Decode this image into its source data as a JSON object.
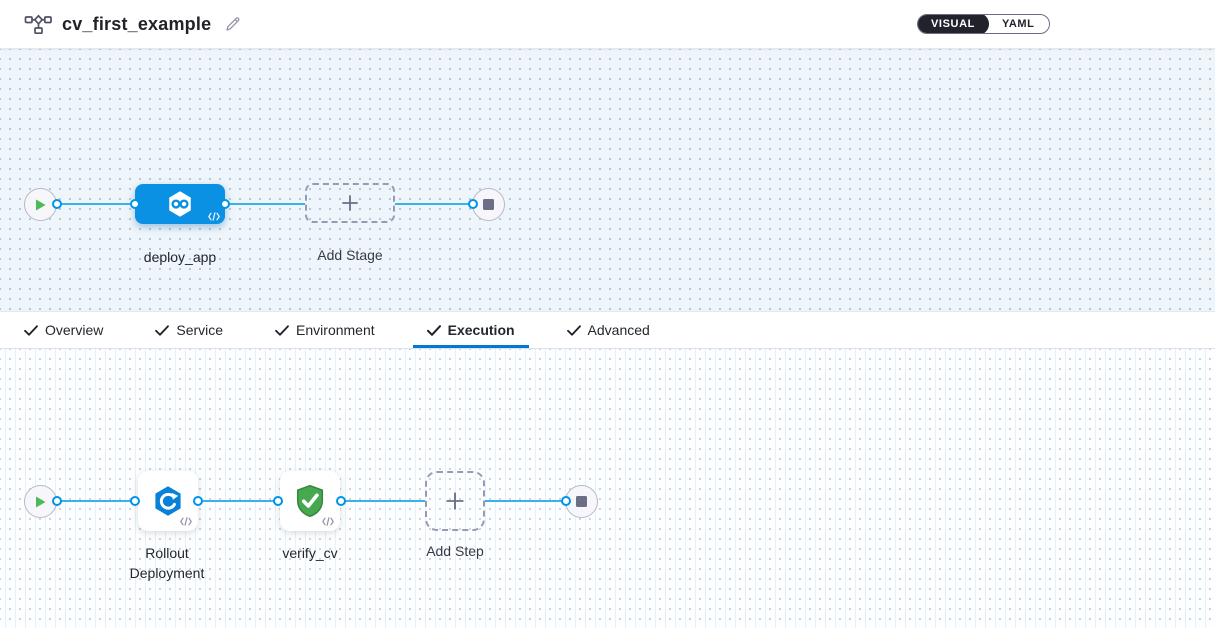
{
  "header": {
    "title": "cv_first_example",
    "view_toggle": {
      "visual_label": "VISUAL",
      "yaml_label": "YAML",
      "selected": "VISUAL"
    }
  },
  "stage_pipeline": {
    "stage_name": "deploy_app",
    "stage_icon": "cd-hexagon-infinity-icon",
    "add_stage_label": "Add Stage"
  },
  "tabs": [
    {
      "label": "Overview",
      "checked": true,
      "active": false
    },
    {
      "label": "Service",
      "checked": true,
      "active": false
    },
    {
      "label": "Environment",
      "checked": true,
      "active": false
    },
    {
      "label": "Execution",
      "checked": true,
      "active": true
    },
    {
      "label": "Advanced",
      "checked": true,
      "active": false
    }
  ],
  "execution": {
    "steps": [
      {
        "name": "Rollout Deployment",
        "icon": "rollout-deployment-icon"
      },
      {
        "name": "verify_cv",
        "icon": "shield-check-icon"
      }
    ],
    "add_step_label": "Add Step"
  },
  "colors": {
    "accent_blue": "#0278d5",
    "stage_node_blue": "#0a91e4",
    "connector_blue": "#3ab2e8",
    "play_green": "#4dba57",
    "verify_green": "#47a94f",
    "toggle_dark": "#22222d"
  }
}
